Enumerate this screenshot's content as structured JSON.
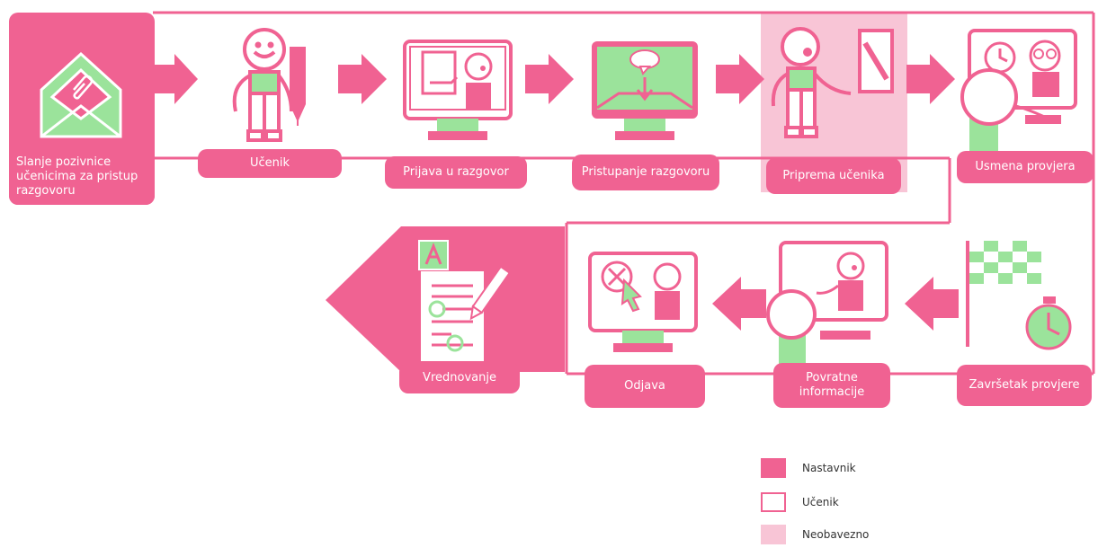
{
  "steps": {
    "invitation": "Slanje pozivnice učenicima za pristup razgovoru",
    "student": "Učenik",
    "login": "Prijava u razgovor",
    "join": "Pristupanje razgovoru",
    "prep": "Priprema učenika",
    "oral": "Usmena provjera",
    "end": "Završetak provjere",
    "feedback": "Povratne informacije",
    "logout": "Odjava",
    "grading": "Vrednovanje"
  },
  "legend": {
    "teacher": "Nastavnik",
    "student": "Učenik",
    "optional": "Neobavezno"
  },
  "colors": {
    "pink": "#f06292",
    "light_pink": "#f8c5d6",
    "green": "#9be39b"
  }
}
